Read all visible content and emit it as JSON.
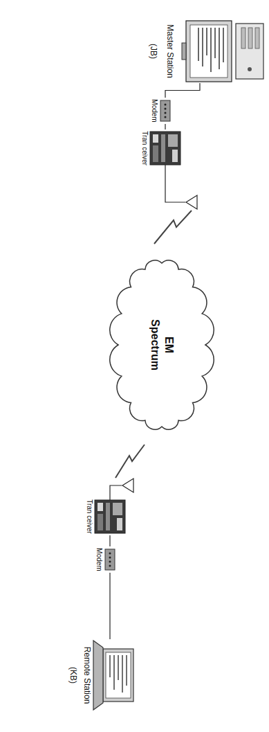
{
  "diagram": {
    "nodes": [
      {
        "text": [
          "Master Station",
          "(JB)"
        ]
      },
      {
        "text": [
          "Modem"
        ]
      },
      {
        "text": [
          "Tran ceiver"
        ]
      },
      {
        "text": [
          "EM Spectrum"
        ]
      },
      {
        "text": [
          "Tran ceiver"
        ]
      },
      {
        "text": [
          "Modem"
        ]
      },
      {
        "text": [
          "Remote Station",
          "(KB)"
        ]
      }
    ],
    "edges": [
      {
        "from": 0,
        "to": 1,
        "arrow": "none"
      },
      {
        "from": 1,
        "to": 2,
        "arrow": "none"
      },
      {
        "from": 4,
        "to": 5,
        "arrow": "none"
      },
      {
        "from": 5,
        "to": 6,
        "arrow": "none"
      }
    ]
  }
}
